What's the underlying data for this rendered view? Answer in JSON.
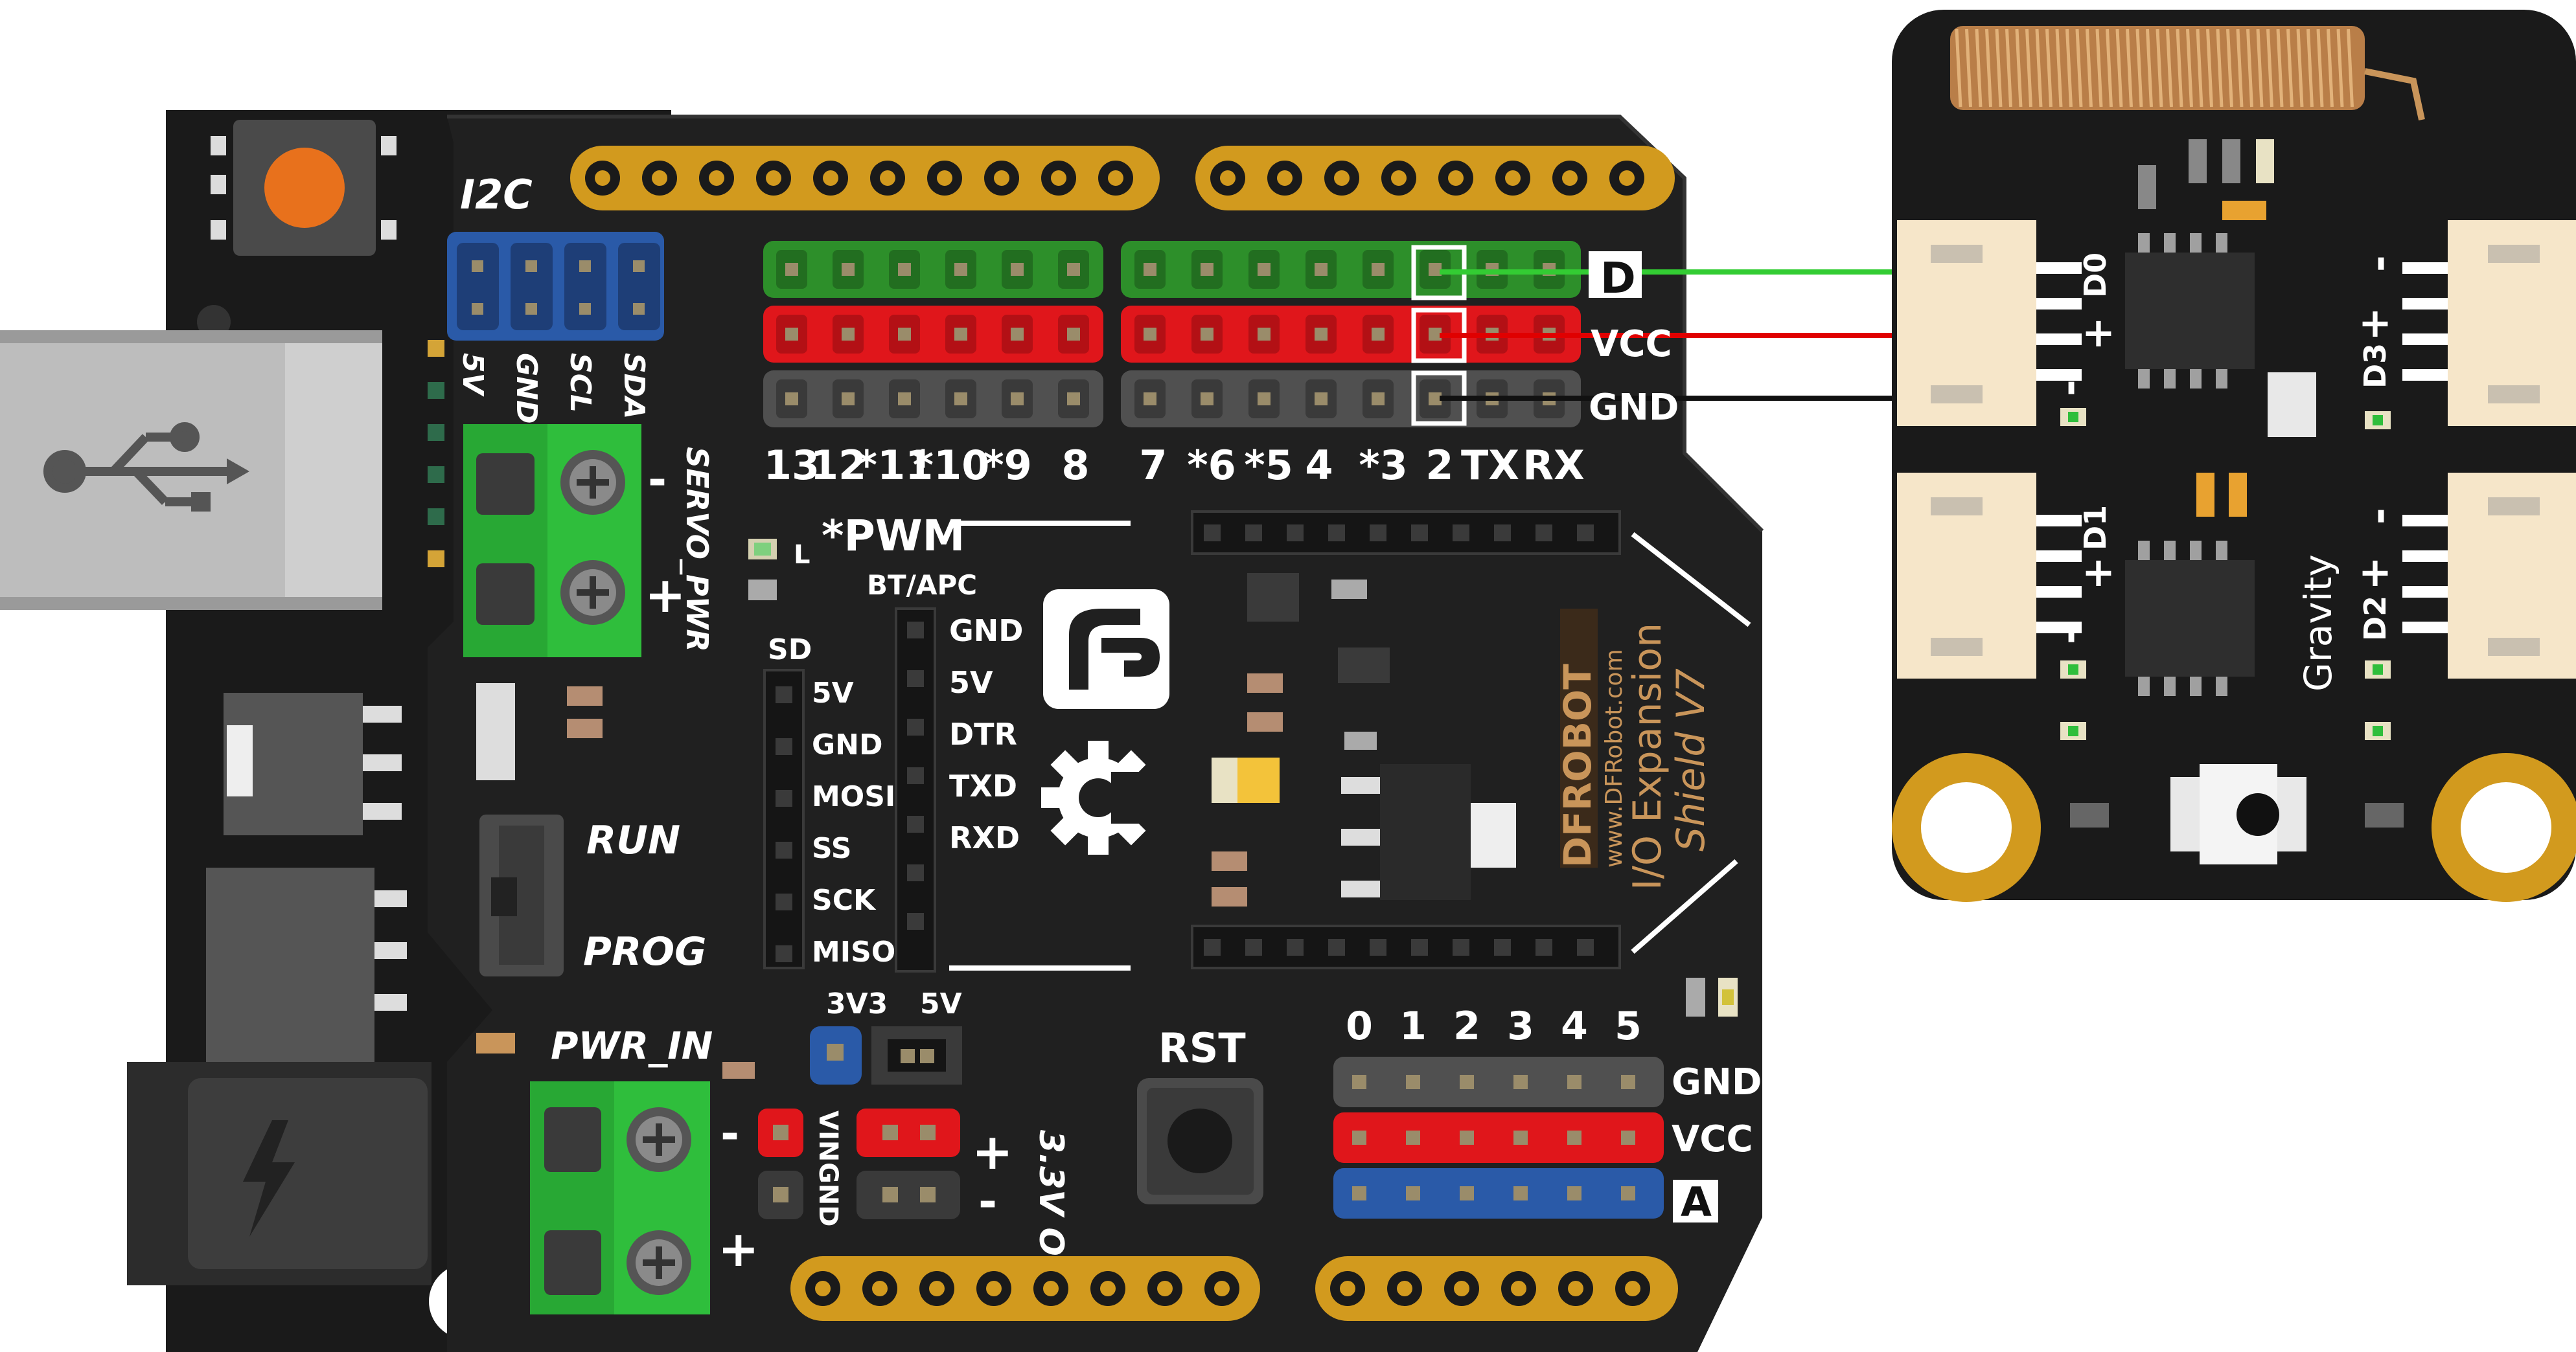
{
  "colors": {
    "board": "#1e1e1e",
    "shield": "#202020",
    "green_header": "#2d8f2a",
    "red_header": "#e0161b",
    "gray_header": "#505050",
    "blue_header": "#2a5aa8",
    "terminal_green": "#2fbe3c",
    "gold": "#d29a1e",
    "wire_signal": "#33cc33",
    "wire_vcc": "#e00000",
    "wire_gnd": "#111111",
    "connector_cream": "#f6e6c9",
    "antenna": "#c9955a"
  },
  "shield": {
    "i2c_label": "I2C",
    "i2c_pins": [
      "5V",
      "GND",
      "SCL",
      "SDA"
    ],
    "digital_labels": [
      "13",
      "12",
      "*11",
      "*10",
      "*9",
      "8",
      "7",
      "*6",
      "*5",
      "4",
      "*3",
      "2",
      "TX",
      "RX"
    ],
    "row_labels": {
      "signal": "D",
      "vcc": "VCC",
      "gnd": "GND"
    },
    "servo_pwr_label": "SERVO_PWR",
    "minus": "-",
    "plus": "+",
    "led_label": "L",
    "pwm_label": "*PWM",
    "bt_apc_label": "BT/APC",
    "bt_pins": [
      "GND",
      "5V",
      "DTR",
      "TXD",
      "RXD"
    ],
    "sd_label": "SD",
    "sd_pins": [
      "5V",
      "GND",
      "MOSI",
      "SS",
      "SCK",
      "MISO"
    ],
    "run_label": "RUN",
    "prog_label": "PROG",
    "pwr_in_label": "PWR_IN",
    "jumper_3v3": "3V3",
    "jumper_5v": "5V",
    "vin_label": "VIN",
    "gnd_label": "GND",
    "out_label": "3.3V OUT",
    "rst_label": "RST",
    "analog_numbers": [
      "0",
      "1",
      "2",
      "3",
      "4",
      "5"
    ],
    "analog_row_labels": {
      "gnd": "GND",
      "vcc": "VCC",
      "signal": "A"
    },
    "brand_text": "DFROBOT",
    "brand_url": "www.DFRobot.com",
    "model_line1": "I/O Expansion",
    "model_line2": "Shield V7"
  },
  "module": {
    "labels": [
      "D0",
      "D1",
      "D3",
      "D2"
    ],
    "brand": "Gravity",
    "plus": "+",
    "minus": "-"
  }
}
